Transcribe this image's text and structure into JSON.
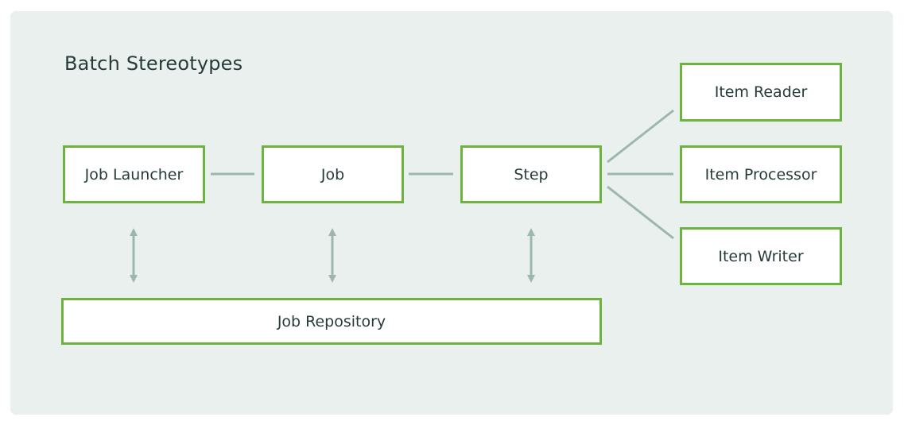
{
  "diagram": {
    "title": "Batch Stereotypes",
    "nodes": {
      "job_launcher": "Job Launcher",
      "job": "Job",
      "step": "Step",
      "item_reader": "Item Reader",
      "item_processor": "Item Processor",
      "item_writer": "Item Writer",
      "job_repository": "Job Repository"
    },
    "edges": [
      {
        "from": "job_launcher",
        "to": "job",
        "type": "line"
      },
      {
        "from": "job",
        "to": "step",
        "type": "line"
      },
      {
        "from": "step",
        "to": "item_reader",
        "type": "line"
      },
      {
        "from": "step",
        "to": "item_processor",
        "type": "line"
      },
      {
        "from": "step",
        "to": "item_writer",
        "type": "line"
      },
      {
        "from": "job_launcher",
        "to": "job_repository",
        "type": "bidirectional-arrow"
      },
      {
        "from": "job",
        "to": "job_repository",
        "type": "bidirectional-arrow"
      },
      {
        "from": "step",
        "to": "job_repository",
        "type": "bidirectional-arrow"
      }
    ],
    "colors": {
      "background_panel": "#e9f0ee",
      "box_border": "#6db33f",
      "box_fill": "#ffffff",
      "connector": "#9db6ae",
      "text": "#273b3a"
    }
  }
}
